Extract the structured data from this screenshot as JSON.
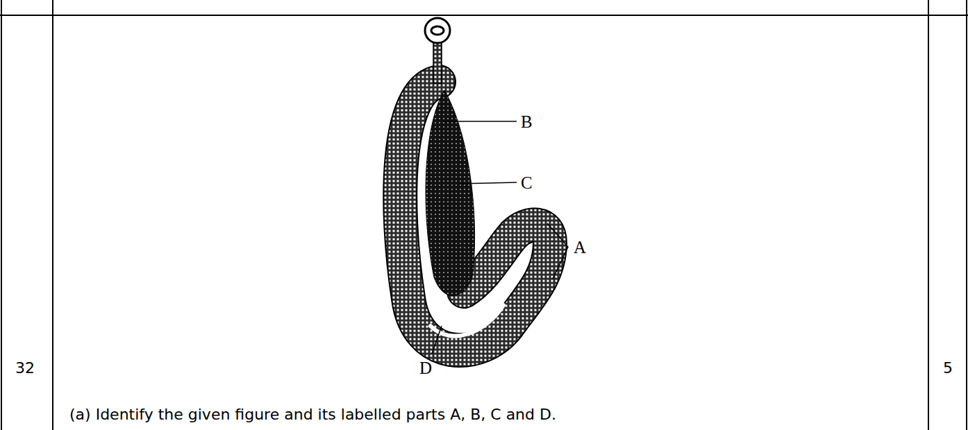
{
  "diagram": {
    "labels": [
      "32",
      "B",
      "C",
      "A",
      "D",
      "(a) Identify the given figure and its labelled parts A, B, C and D.",
      "5"
    ]
  }
}
